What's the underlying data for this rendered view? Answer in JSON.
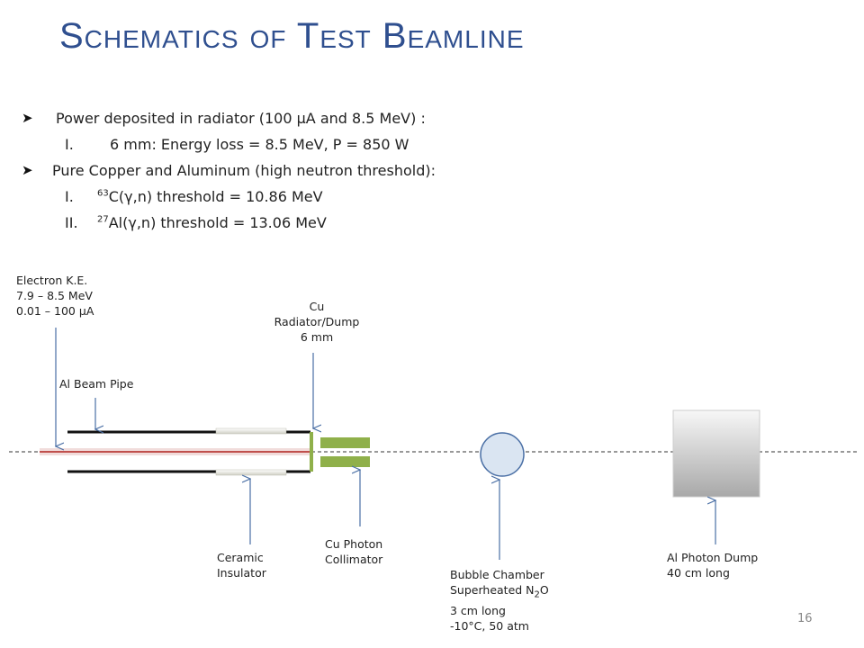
{
  "slide": {
    "title": "Schematics of Test Beamline",
    "page_number": "16"
  },
  "bullets": {
    "b1": "Power deposited in radiator (100 µA and 8.5 MeV) :",
    "b1_sub1_num": "I.",
    "b1_sub1": "6 mm: Energy loss = 8.5 MeV, P = 850 W",
    "b2": "Pure Copper and Aluminum (high neutron threshold):",
    "b2_sub1_num": "I.",
    "b2_sub1_sup": "63",
    "b2_sub1": "C(γ,n) threshold = 10.86 MeV",
    "b2_sub2_num": "II.",
    "b2_sub2_sup": "27",
    "b2_sub2": "Al(γ,n) threshold = 13.06 MeV"
  },
  "labels": {
    "electron": [
      "Electron K.E.",
      "7.9 – 8.5 MeV",
      "0.01 – 100 µA"
    ],
    "beam_pipe": "Al Beam Pipe",
    "radiator": [
      "Cu",
      "Radiator/Dump",
      "6 mm"
    ],
    "ceramic": [
      "Ceramic",
      "Insulator"
    ],
    "collimator": [
      "Cu  Photon",
      "Collimator"
    ],
    "bubble": {
      "line1": "Bubble Chamber",
      "line2_pre": "Superheated N",
      "line2_sub1": "2",
      "line2_sub2": "O",
      "line3": "3 cm long",
      "line4": "-10°C, 50 atm"
    },
    "al_dump": [
      "Al Photon Dump",
      "40 cm long"
    ]
  },
  "colors": {
    "title": "#2f4f8f",
    "arrow": "#4a6fa5",
    "beam": "#c0504d",
    "collimator": "#8fb04a",
    "bubble_fill": "#dae5f2",
    "bubble_stroke": "#4a6fa5"
  }
}
